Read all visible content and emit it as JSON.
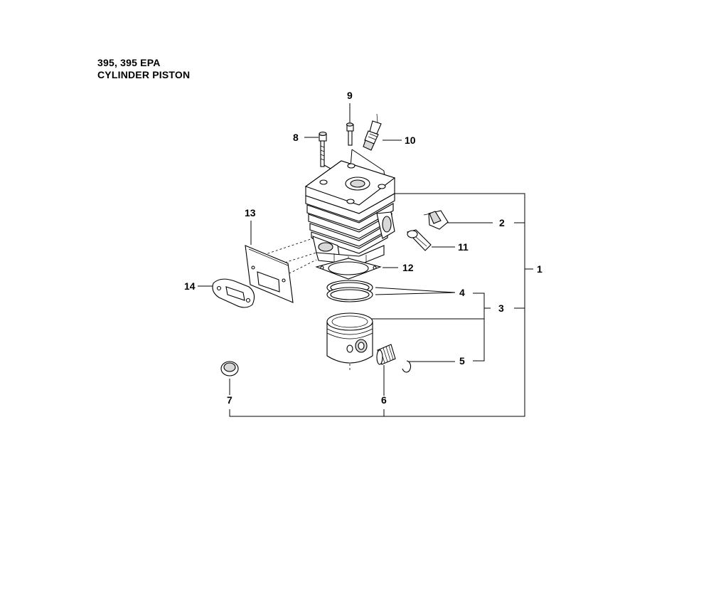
{
  "header": {
    "model": "395, 395 EPA",
    "title": "CYLINDER PISTON"
  },
  "callouts": [
    "1",
    "2",
    "3",
    "4",
    "5",
    "6",
    "7",
    "8",
    "9",
    "10",
    "11",
    "12",
    "13",
    "14"
  ]
}
